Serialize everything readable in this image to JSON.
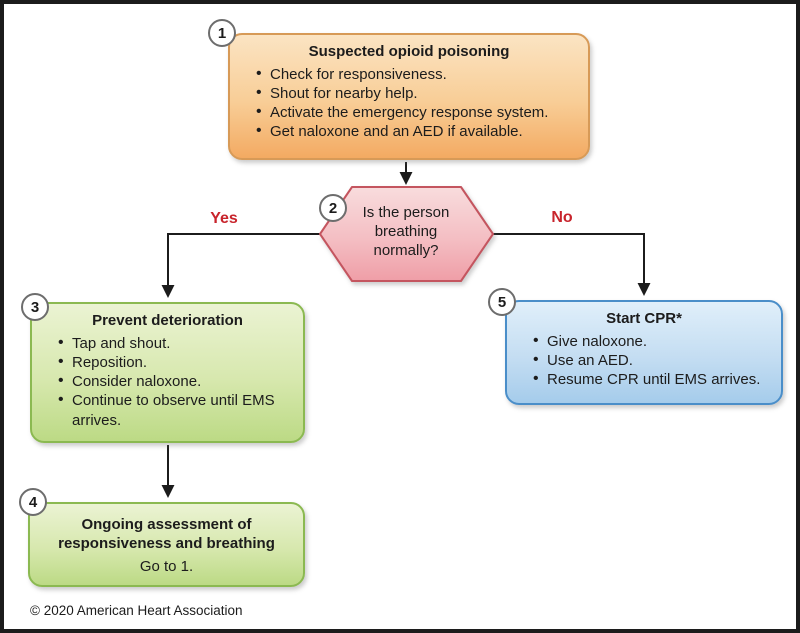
{
  "flowchart": {
    "step1": {
      "number": "1",
      "title": "Suspected opioid poisoning",
      "bullets": [
        "Check for responsiveness.",
        "Shout for nearby help.",
        "Activate the emergency response system.",
        "Get naloxone and an AED if available."
      ]
    },
    "step2": {
      "number": "2",
      "question": "Is the person breathing normally?"
    },
    "step3": {
      "number": "3",
      "title": "Prevent deterioration",
      "bullets": [
        "Tap and shout.",
        "Reposition.",
        "Consider naloxone.",
        "Continue to observe until EMS arrives."
      ]
    },
    "step4": {
      "number": "4",
      "title": "Ongoing assessment of responsiveness and breathing",
      "note": "Go to 1."
    },
    "step5": {
      "number": "5",
      "title": "Start CPR*",
      "bullets": [
        "Give naloxone.",
        "Use an AED.",
        "Resume CPR until EMS arrives."
      ]
    },
    "yes_label": "Yes",
    "no_label": "No"
  },
  "footer": {
    "copyright": "© 2020 American Heart Association"
  },
  "colors": {
    "step1_fill": "#F3AA62",
    "step1_border": "#D79A57",
    "decision_fill": "#EF9EA7",
    "decision_border": "#C4545E",
    "step_green_fill": "#BCDA85",
    "step_green_border": "#8BB951",
    "step5_fill": "#A5CCEB",
    "step5_border": "#4A8EC9",
    "branch_label_color": "#C8242C",
    "line_color": "#1c1c1c"
  }
}
